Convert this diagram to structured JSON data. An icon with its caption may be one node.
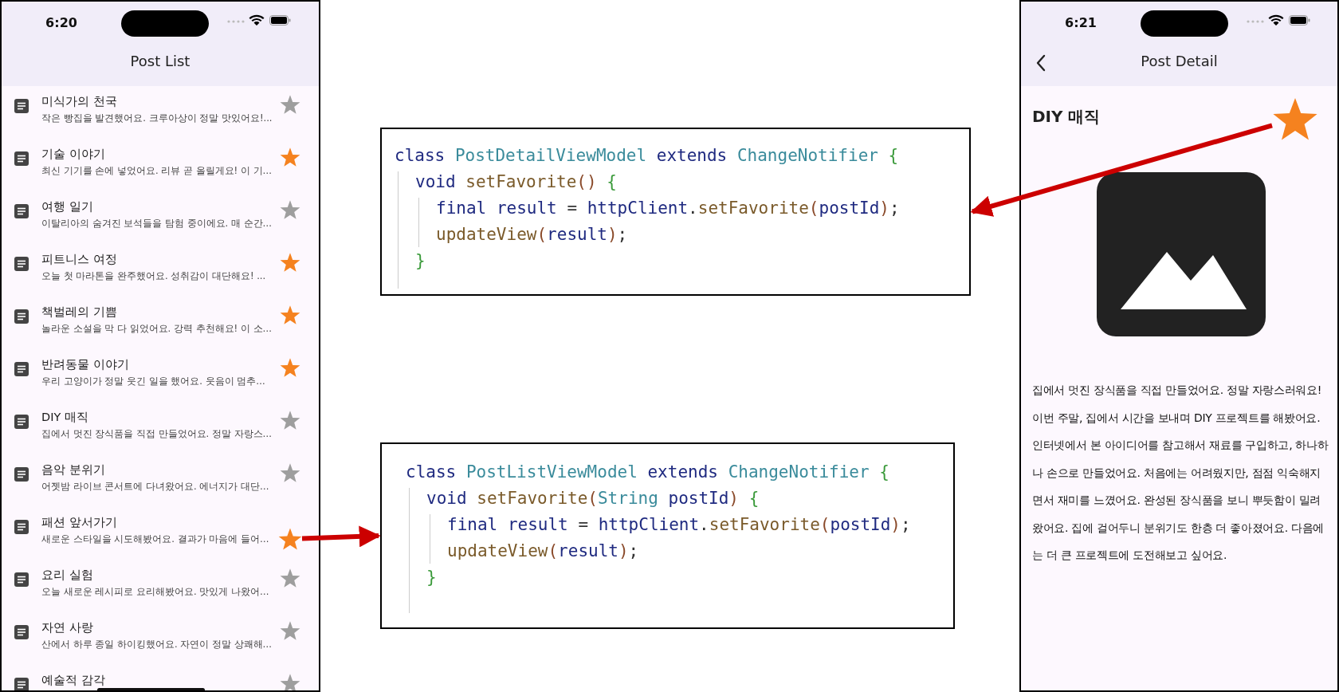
{
  "diagram": {
    "nodes": [
      {
        "text": [
          "6:20",
          "Post List"
        ]
      },
      {
        "text": [],
        "shape": "star",
        "in": 0
      },
      {
        "text": [
          "class PostDetailViewModel extends ChangeNotifier {",
          "void setFavorite() {",
          "final result = httpClient.setFavorite(postId);",
          "updateView(result);",
          "}"
        ]
      },
      {
        "text": [
          "class PostListViewModel extends ChangeNotifier {",
          "void setFavorite(String postId) {",
          "final result = httpClient.setFavorite(postId);",
          "updateView(result);",
          "}"
        ]
      },
      {
        "text": [
          "6:21",
          "Post Detail",
          "DIY 매직",
          "집에서 멋진 장식품을 직접 만들었어요. 정말 자랑스러워요! 이번 주말, 집에서 시간을 보내며 DIY 프로젝트를 해봤어요. 인터넷에서 본 아이디어를 참고해서 재료를 구입하고, 하나하나 손으로 만들었어요. 처음에는 어려웠지만, 점점 익숙해지면서 재미를 느꼈어요. 완성된 장식품을 보니 뿌듯함이 밀려왔어요. 집에 걸어두니 분위기도 한층 더 좋아졌어요. 다음에는 더 큰 프로젝트에 도전해보고 싶어요."
        ]
      },
      {
        "text": [],
        "shape": "star",
        "in": 4
      }
    ],
    "edges": [
      {
        "from": 5,
        "to": 2,
        "arrow": "to"
      },
      {
        "from": 1,
        "to": 3,
        "arrow": "to"
      }
    ],
    "labels": [
      "미식가의 천국",
      "작은 빵집을 발견했어요. 크루아상이 정말 맛있어요!...",
      "기술 이야기",
      "최신 기기를 손에 넣었어요. 리뷰 곧 올릴게요! 이 기…",
      "여행 일기",
      "이탈리아의 숨겨진 보석들을 탐험 중이에요. 매 순간…",
      "피트니스 여정",
      "오늘 첫 마라톤을 완주했어요. 성취감이 대단해요! ...",
      "책벌레의 기쁨",
      "놀라운 소설을 막 다 읽었어요. 강력 추천해요! 이 소…",
      "반려동물 이야기",
      "우리 고양이가 정말 웃긴 일을 했어요. 웃음이 멈추…",
      "DIY 매직",
      "집에서 멋진 장식품을 직접 만들었어요. 정말 자랑스…",
      "음악 분위기",
      "어젯밤 라이브 콘서트에 다녀왔어요. 에너지가 대단…",
      "패션 앞서가기",
      "새로운 스타일을 시도해봤어요. 결과가 마음에 들어…",
      "요리 실험",
      "오늘 새로운 레시피로 요리해봤어요. 맛있게 나왔어…",
      "자연 사랑",
      "산에서 하루 종일 하이킹했어요. 자연이 정말 상쾌해…",
      "예술적 감각"
    ]
  }
}
